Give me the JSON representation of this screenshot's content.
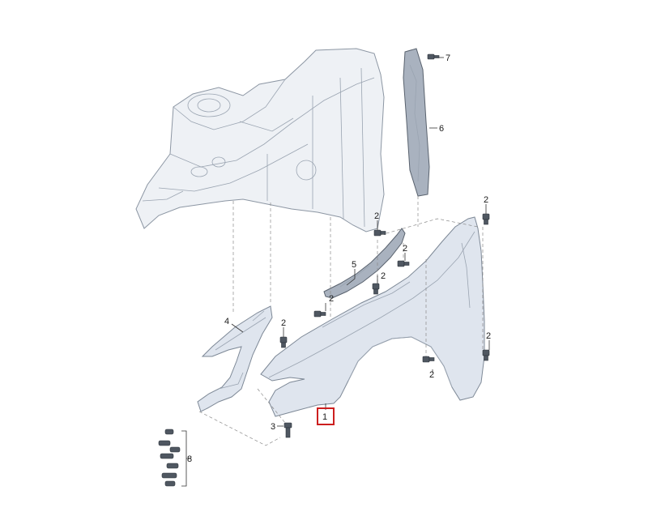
{
  "callouts": {
    "c1": "1",
    "c2a": "2",
    "c2b": "2",
    "c2c": "2",
    "c2d": "2",
    "c2e": "2",
    "c2f": "2",
    "c2g": "2",
    "c2h": "2",
    "c3": "3",
    "c4": "4",
    "c5": "5",
    "c6": "6",
    "c7": "7",
    "c8": "8"
  },
  "highlight": {
    "color": "#cc1f1f"
  }
}
